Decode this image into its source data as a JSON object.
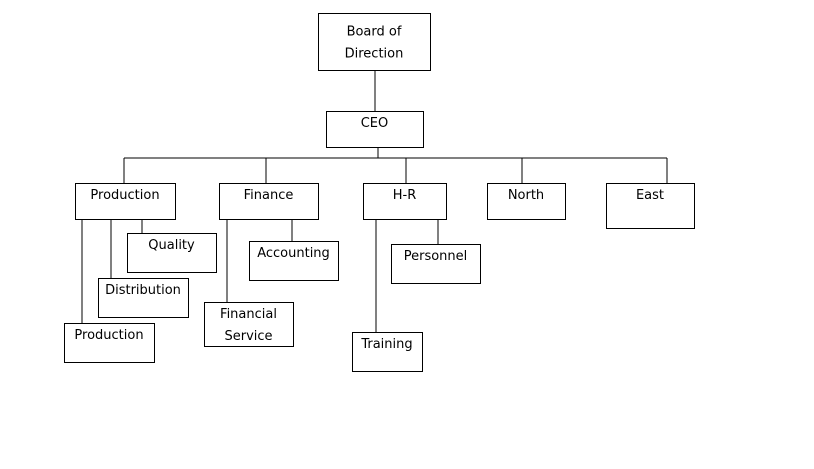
{
  "nodes": {
    "board": {
      "lines": [
        "Board of",
        "Direction"
      ]
    },
    "ceo": {
      "lines": [
        "CEO"
      ]
    },
    "production": {
      "lines": [
        "Production"
      ]
    },
    "finance": {
      "lines": [
        "Finance"
      ]
    },
    "hr": {
      "lines": [
        "H-R"
      ]
    },
    "north": {
      "lines": [
        "North"
      ]
    },
    "east": {
      "lines": [
        "East"
      ]
    },
    "quality": {
      "lines": [
        "Quality"
      ]
    },
    "distribution": {
      "lines": [
        "Distribution"
      ]
    },
    "production_sub": {
      "lines": [
        "Production"
      ]
    },
    "accounting": {
      "lines": [
        "Accounting"
      ]
    },
    "financial_service": {
      "lines": [
        "Financial",
        "Service"
      ]
    },
    "personnel": {
      "lines": [
        "Personnel"
      ]
    },
    "training": {
      "lines": [
        "Training"
      ]
    }
  },
  "edges": [
    [
      "board",
      "ceo"
    ],
    [
      "ceo",
      "production"
    ],
    [
      "ceo",
      "finance"
    ],
    [
      "ceo",
      "hr"
    ],
    [
      "ceo",
      "north"
    ],
    [
      "ceo",
      "east"
    ],
    [
      "production",
      "quality"
    ],
    [
      "production",
      "distribution"
    ],
    [
      "production",
      "production_sub"
    ],
    [
      "finance",
      "accounting"
    ],
    [
      "finance",
      "financial_service"
    ],
    [
      "hr",
      "personnel"
    ],
    [
      "hr",
      "training"
    ]
  ]
}
